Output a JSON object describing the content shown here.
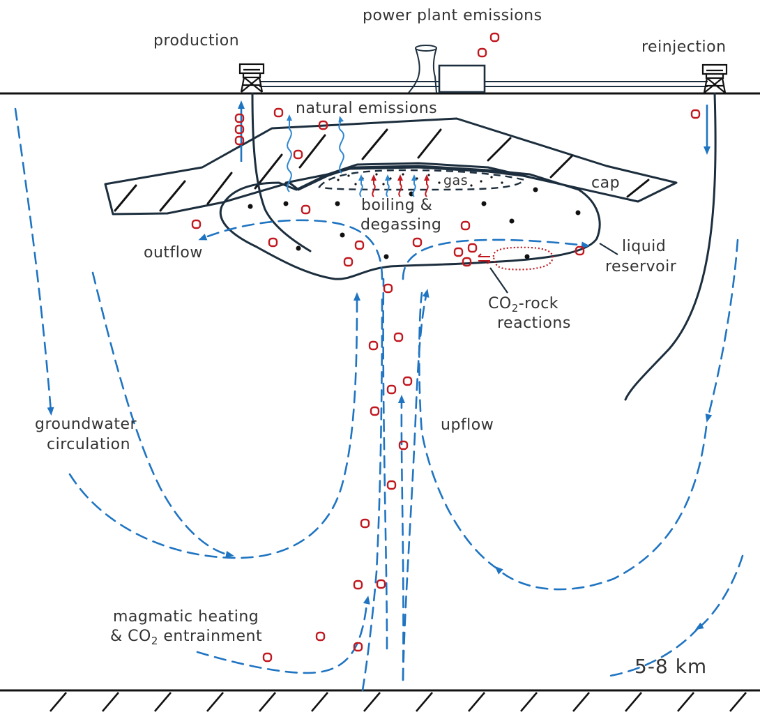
{
  "labels": {
    "production": "production",
    "power_plant_emissions": "power plant emissions",
    "reinjection": "reinjection",
    "natural_emissions": "natural emissions",
    "gas": "gas",
    "cap": "cap",
    "boiling_line1": "boiling &",
    "boiling_line2": "degassing",
    "outflow": "outflow",
    "liquid_line1": "liquid",
    "liquid_line2": "reservoir",
    "co2rock_pre": "CO",
    "co2rock_sub": "2",
    "co2rock_post": "-rock",
    "co2rock_line2": "reactions",
    "upflow": "upflow",
    "groundwater_line1": "groundwater",
    "groundwater_line2": "circulation",
    "magmatic_line1": "magmatic heating",
    "magmatic_pre": "& CO",
    "magmatic_sub": "2",
    "magmatic_post": " entrainment",
    "depth": "5-8 km"
  },
  "colors": {
    "flow": "#1f74c2",
    "co2_marker": "#c0181f",
    "outline": "#1c2e3d",
    "text": "#333333"
  }
}
